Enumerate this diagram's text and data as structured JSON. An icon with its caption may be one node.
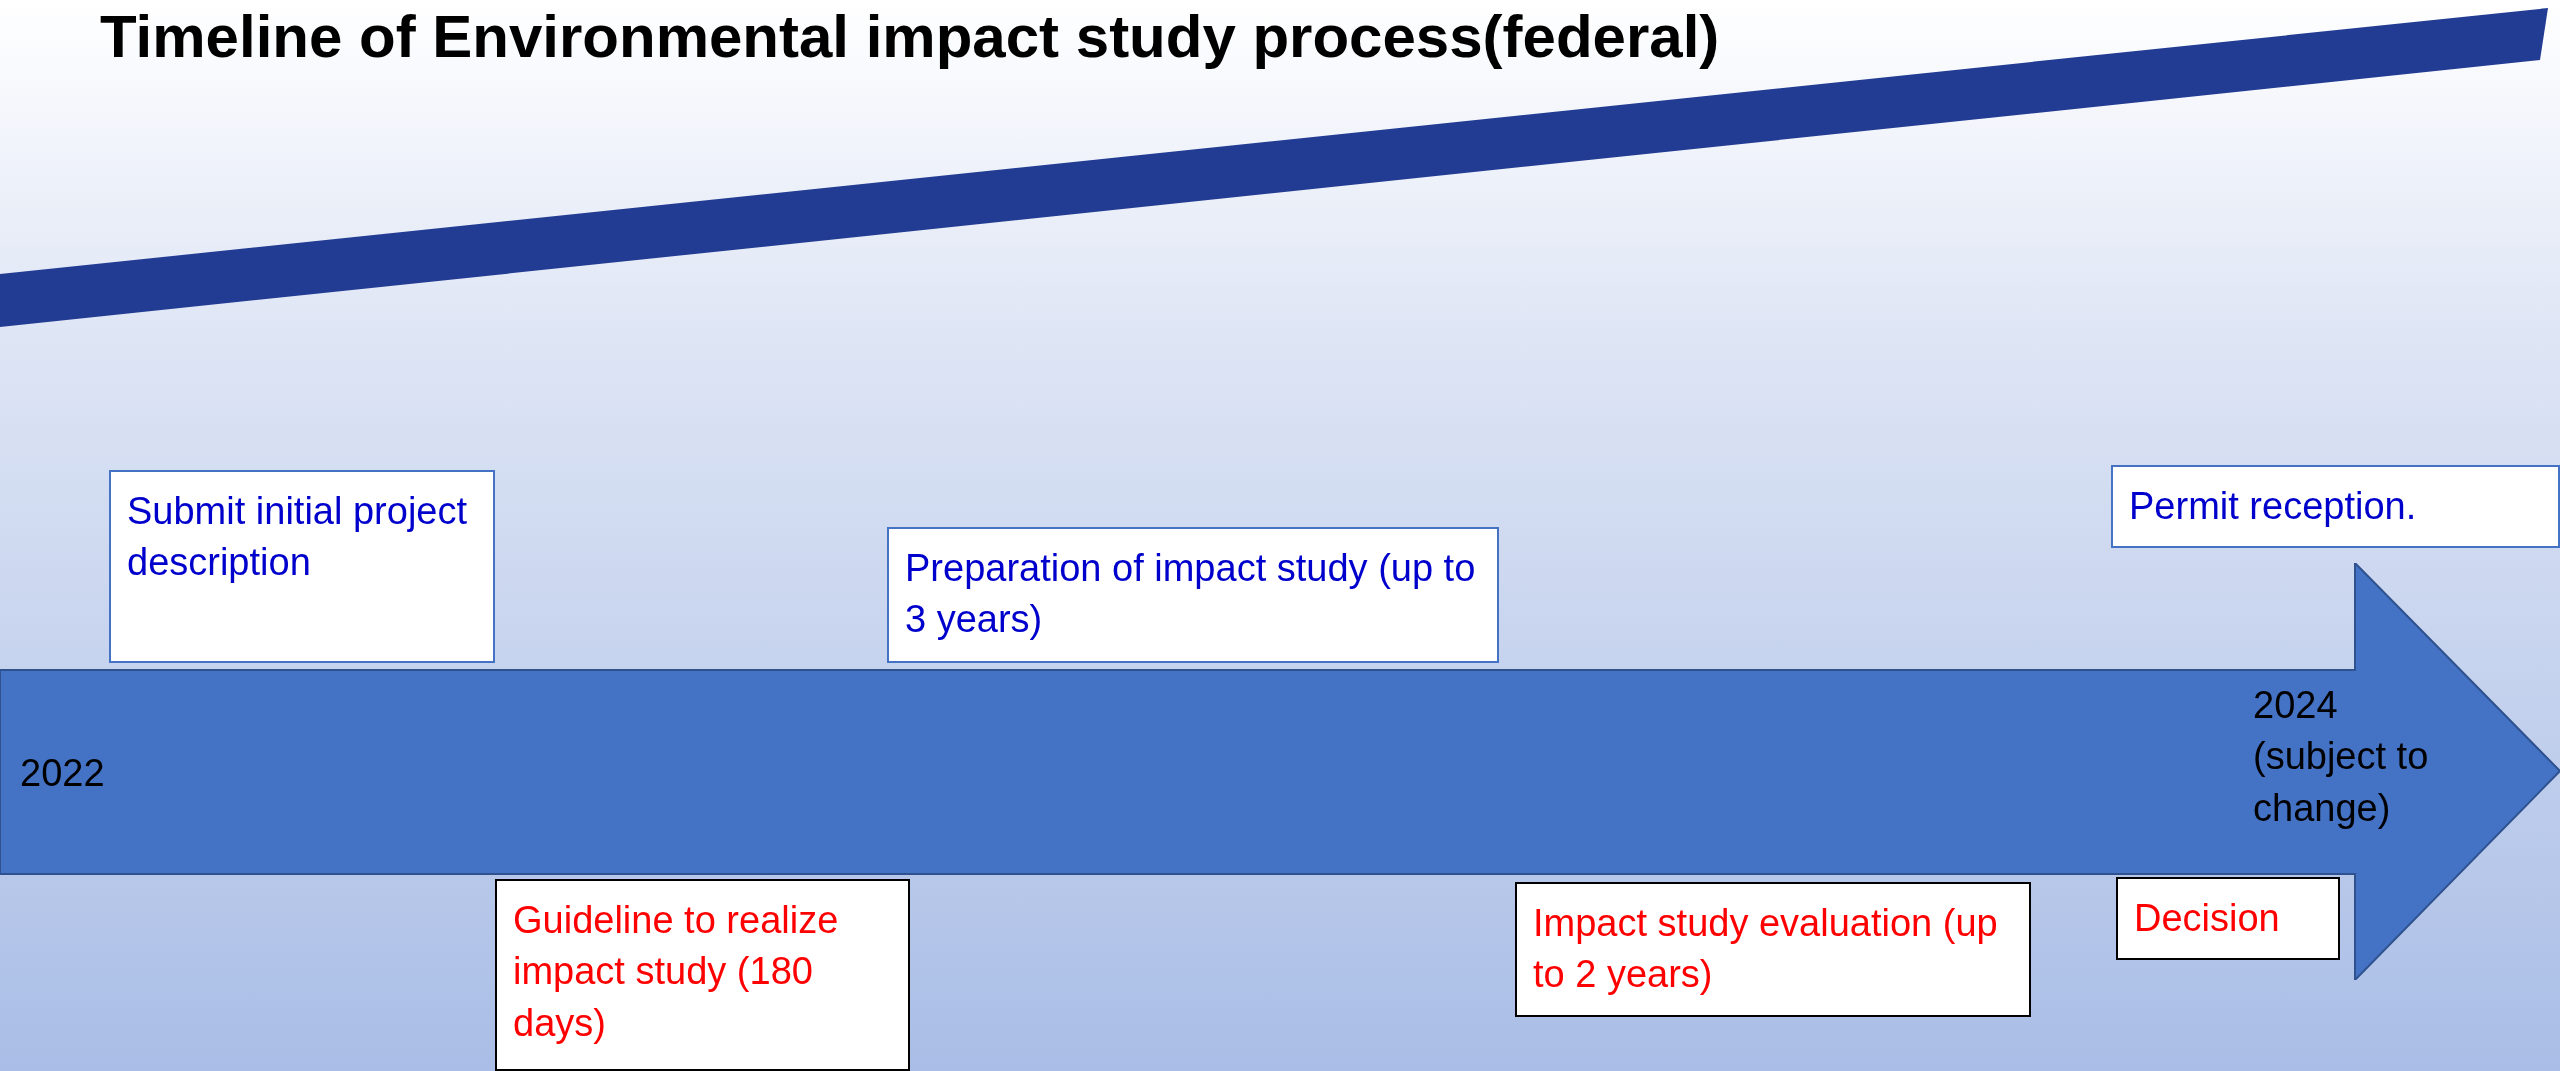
{
  "diagram": {
    "title": "Timeline of Environmental impact study process(federal)",
    "nodes": [
      {
        "text": [
          "2022",
          "2024 (subject to change)"
        ]
      },
      {
        "text": [
          "Submit initial project description"
        ]
      },
      {
        "text": [
          "Preparation of impact study (up to 3 years)"
        ]
      },
      {
        "text": [
          "Permit reception."
        ]
      },
      {
        "text": [
          "Guideline to realize impact study (180 days)"
        ]
      },
      {
        "text": [
          "Impact study evaluation (up to 2 years)"
        ]
      },
      {
        "text": [
          "Decision"
        ]
      }
    ],
    "edges": []
  }
}
